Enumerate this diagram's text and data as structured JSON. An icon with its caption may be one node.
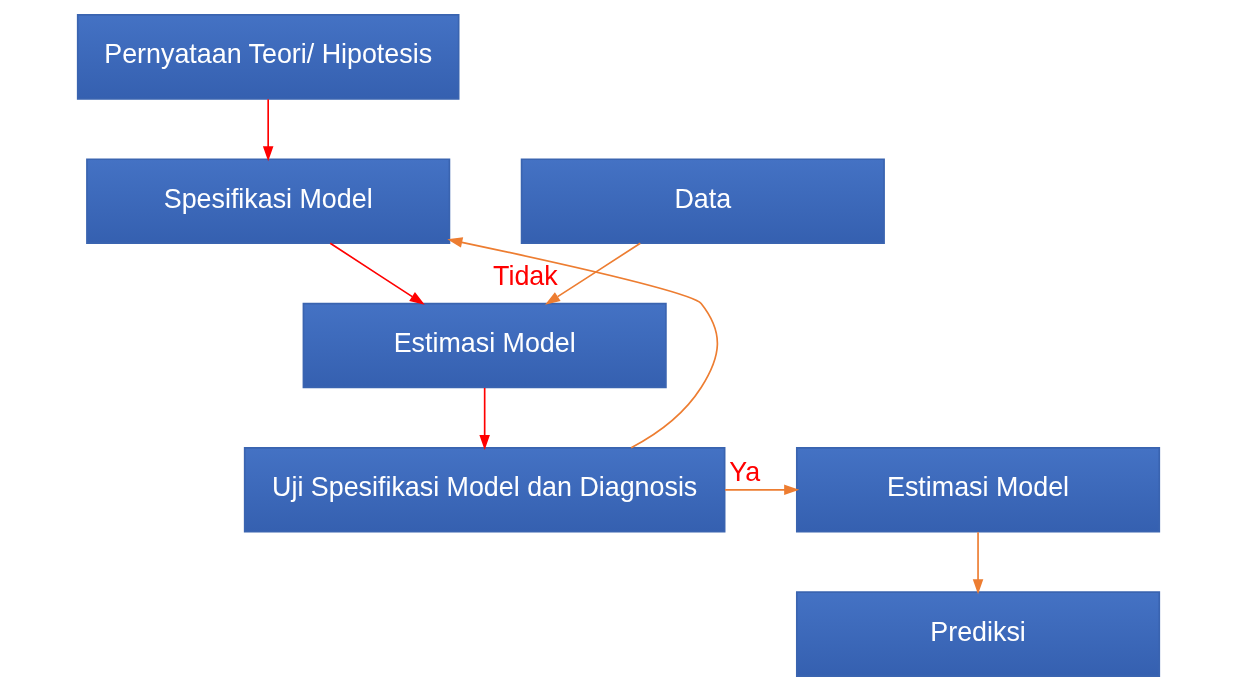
{
  "diagram": {
    "nodes": [
      {
        "text": [
          "Pernyataan Teori/ Hipotesis"
        ]
      },
      {
        "text": [
          "Spesifikasi Model"
        ]
      },
      {
        "text": [
          "Data"
        ]
      },
      {
        "text": [
          "Estimasi Model"
        ]
      },
      {
        "text": [
          "Uji Spesifikasi Model dan Diagnosis"
        ]
      },
      {
        "text": [
          "Estimasi Model"
        ]
      },
      {
        "text": [
          "Prediksi"
        ]
      }
    ],
    "edges": [
      {
        "from": 0,
        "to": 1,
        "arrow": "to",
        "color": "#ff0000"
      },
      {
        "from": 1,
        "to": 3,
        "arrow": "to",
        "color": "#ff0000"
      },
      {
        "from": 2,
        "to": 3,
        "arrow": "to"
      },
      {
        "from": 3,
        "to": 4,
        "arrow": "to",
        "color": "#ff0000"
      },
      {
        "from": 4,
        "to": 1,
        "arrow": "to",
        "label": "Tidak"
      },
      {
        "from": 4,
        "to": 5,
        "arrow": "to",
        "label": "Ya"
      },
      {
        "from": 5,
        "to": 6,
        "arrow": "to"
      }
    ]
  }
}
